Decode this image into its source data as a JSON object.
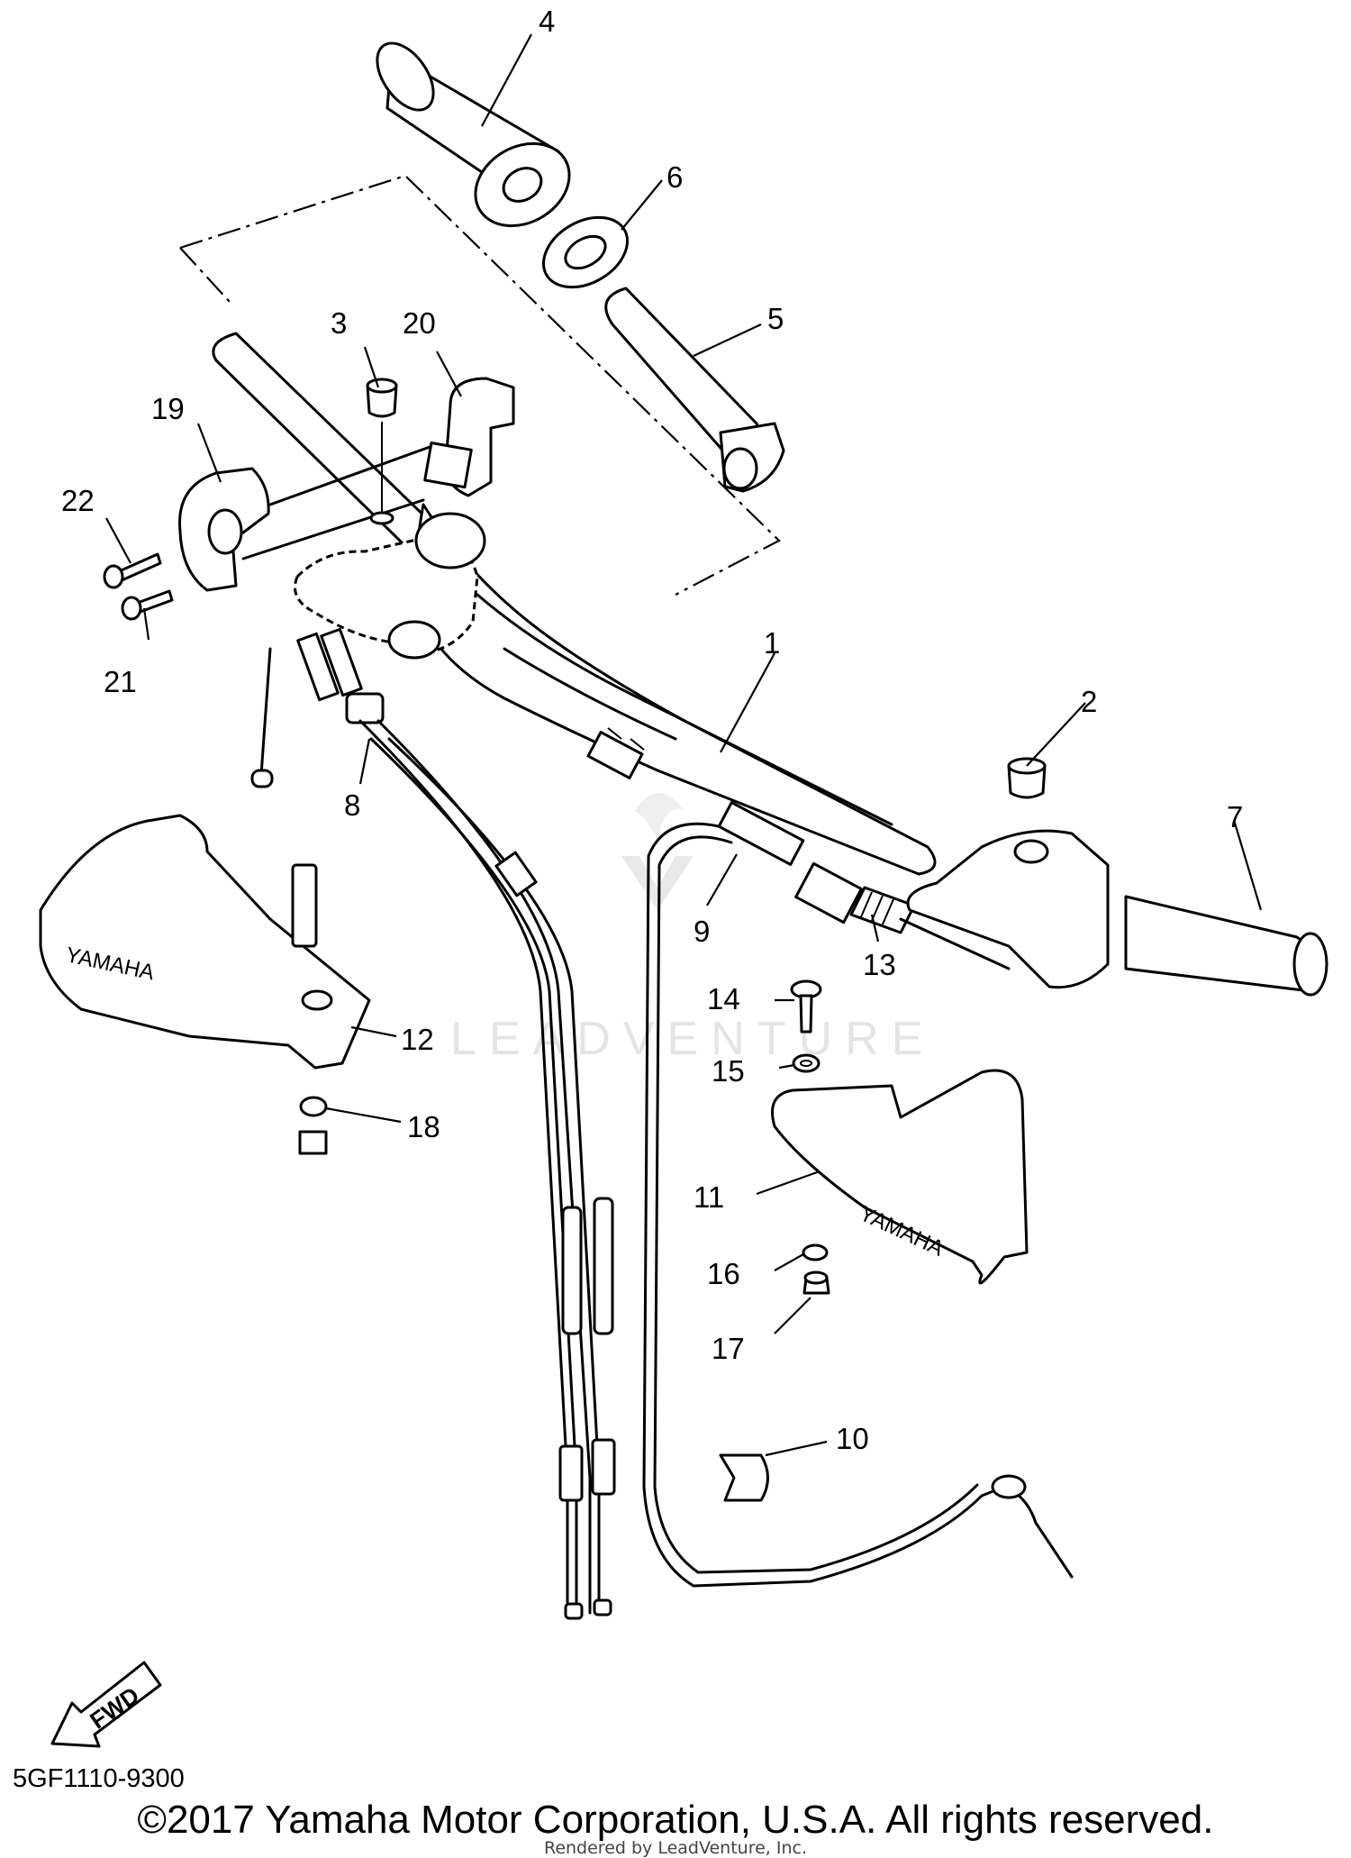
{
  "diagram": {
    "callouts": [
      {
        "id": "1",
        "label": "1"
      },
      {
        "id": "2",
        "label": "2"
      },
      {
        "id": "3",
        "label": "3"
      },
      {
        "id": "4",
        "label": "4"
      },
      {
        "id": "5",
        "label": "5"
      },
      {
        "id": "6",
        "label": "6"
      },
      {
        "id": "7",
        "label": "7"
      },
      {
        "id": "8",
        "label": "8"
      },
      {
        "id": "9",
        "label": "9"
      },
      {
        "id": "10",
        "label": "10"
      },
      {
        "id": "11",
        "label": "11"
      },
      {
        "id": "12",
        "label": "12"
      },
      {
        "id": "13",
        "label": "13"
      },
      {
        "id": "14",
        "label": "14"
      },
      {
        "id": "15",
        "label": "15"
      },
      {
        "id": "16",
        "label": "16"
      },
      {
        "id": "17",
        "label": "17"
      },
      {
        "id": "18",
        "label": "18"
      },
      {
        "id": "19",
        "label": "19"
      },
      {
        "id": "20",
        "label": "20"
      },
      {
        "id": "21",
        "label": "21"
      },
      {
        "id": "22",
        "label": "22"
      }
    ],
    "handguard_brand": "YAMAHA",
    "fwd_label": "FWD",
    "watermark": "LEADVENTURE"
  },
  "footer": {
    "part_code": "5GF1110-9300",
    "copyright": "©2017 Yamaha Motor Corporation, U.S.A. All rights reserved.",
    "rendered_by": "Rendered by LeadVenture, Inc."
  }
}
